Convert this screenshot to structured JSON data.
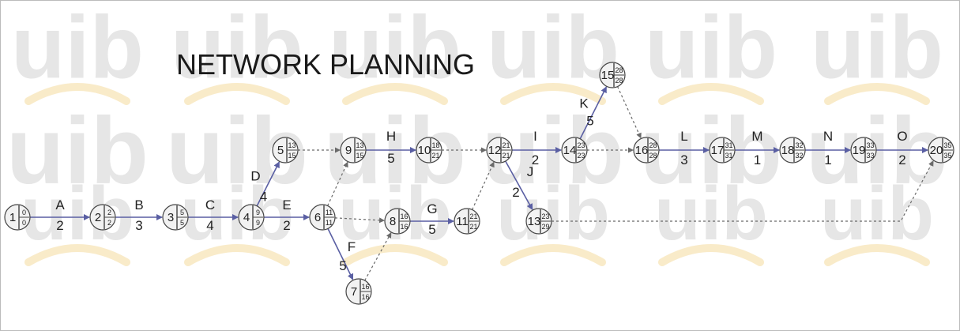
{
  "title": "NETWORK PLANNING",
  "watermark": {
    "logo": "uib",
    "colors": {
      "text": "#e6e6e6",
      "arc": "#f7e3b2"
    }
  },
  "colors": {
    "arrow": "#5a5fa3",
    "dummy": "#6a6a6a",
    "node_fill": "#f2f2f2",
    "node_stroke": "#444444"
  },
  "nodes": [
    {
      "id": "1",
      "top": "0",
      "bottom": "0"
    },
    {
      "id": "2",
      "top": "2",
      "bottom": "2"
    },
    {
      "id": "3",
      "top": "5",
      "bottom": "5"
    },
    {
      "id": "4",
      "top": "9",
      "bottom": "9"
    },
    {
      "id": "5",
      "top": "13",
      "bottom": "15"
    },
    {
      "id": "6",
      "top": "11",
      "bottom": "11"
    },
    {
      "id": "7",
      "top": "16",
      "bottom": "16"
    },
    {
      "id": "8",
      "top": "16",
      "bottom": "16"
    },
    {
      "id": "9",
      "top": "13",
      "bottom": "15"
    },
    {
      "id": "10",
      "top": "18",
      "bottom": "21"
    },
    {
      "id": "11",
      "top": "21",
      "bottom": "21"
    },
    {
      "id": "12",
      "top": "21",
      "bottom": "21"
    },
    {
      "id": "13",
      "top": "23",
      "bottom": "29"
    },
    {
      "id": "14",
      "top": "23",
      "bottom": "23"
    },
    {
      "id": "15",
      "top": "28",
      "bottom": "28"
    },
    {
      "id": "16",
      "top": "28",
      "bottom": "28"
    },
    {
      "id": "17",
      "top": "31",
      "bottom": "31"
    },
    {
      "id": "18",
      "top": "32",
      "bottom": "32"
    },
    {
      "id": "19",
      "top": "33",
      "bottom": "33"
    },
    {
      "id": "20",
      "top": "35",
      "bottom": "35"
    }
  ],
  "activities": [
    {
      "from": "1",
      "to": "2",
      "name": "A",
      "duration": "2"
    },
    {
      "from": "2",
      "to": "3",
      "name": "B",
      "duration": "3"
    },
    {
      "from": "3",
      "to": "4",
      "name": "C",
      "duration": "4"
    },
    {
      "from": "4",
      "to": "5",
      "name": "D",
      "duration": "4"
    },
    {
      "from": "4",
      "to": "6",
      "name": "E",
      "duration": "2"
    },
    {
      "from": "6",
      "to": "7",
      "name": "F",
      "duration": "5"
    },
    {
      "from": "8",
      "to": "11",
      "name": "G",
      "duration": "5"
    },
    {
      "from": "9",
      "to": "10",
      "name": "H",
      "duration": "5"
    },
    {
      "from": "12",
      "to": "14",
      "name": "I",
      "duration": "2"
    },
    {
      "from": "12",
      "to": "13",
      "name": "J",
      "duration": "2"
    },
    {
      "from": "14",
      "to": "15",
      "name": "K",
      "duration": "5"
    },
    {
      "from": "16",
      "to": "17",
      "name": "L",
      "duration": "3"
    },
    {
      "from": "17",
      "to": "18",
      "name": "M",
      "duration": "1"
    },
    {
      "from": "18",
      "to": "19",
      "name": "N",
      "duration": "1"
    },
    {
      "from": "19",
      "to": "20",
      "name": "O",
      "duration": "2"
    }
  ],
  "dummies": [
    {
      "from": "5",
      "to": "9"
    },
    {
      "from": "6",
      "to": "9"
    },
    {
      "from": "6",
      "to": "8"
    },
    {
      "from": "7",
      "to": "8"
    },
    {
      "from": "10",
      "to": "12"
    },
    {
      "from": "11",
      "to": "12"
    },
    {
      "from": "14",
      "to": "16"
    },
    {
      "from": "15",
      "to": "16"
    },
    {
      "from": "13",
      "to": "20"
    }
  ]
}
